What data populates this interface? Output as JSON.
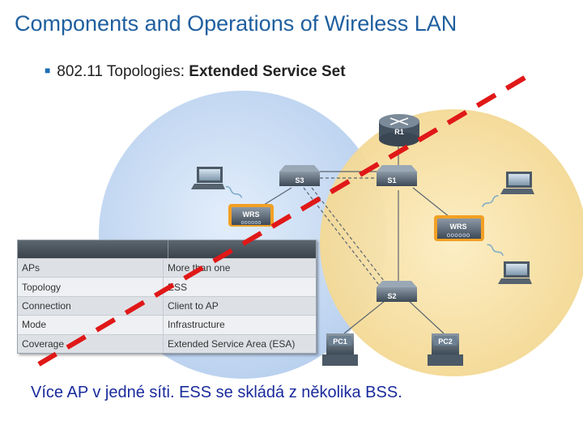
{
  "title": "Components and Operations of Wireless LAN",
  "bullet": {
    "prefix": "802.11 Topologies: ",
    "bold": "Extended Service Set"
  },
  "devices": {
    "router": "R1",
    "switch_s3": "S3",
    "switch_s1": "S1",
    "switch_s2": "S2",
    "wrs_left": "WRS",
    "wrs_right": "WRS",
    "pc1": "PC1",
    "pc2": "PC2"
  },
  "table": {
    "rows": [
      {
        "label": "APs",
        "value": "More than one"
      },
      {
        "label": "Topology",
        "value": "ESS"
      },
      {
        "label": "Connection",
        "value": "Client to AP"
      },
      {
        "label": "Mode",
        "value": "Infrastructure"
      },
      {
        "label": "Coverage",
        "value": "Extended Service Area (ESA)"
      }
    ]
  },
  "caption": "Více AP v jedné síti. ESS se skládá z několika BSS.",
  "colors": {
    "title": "#1f5f9f",
    "cell_left": "#cfe0f5",
    "cell_right": "#f7dd9a",
    "dash_line": "#e01818",
    "caption": "#1a2b9c"
  }
}
